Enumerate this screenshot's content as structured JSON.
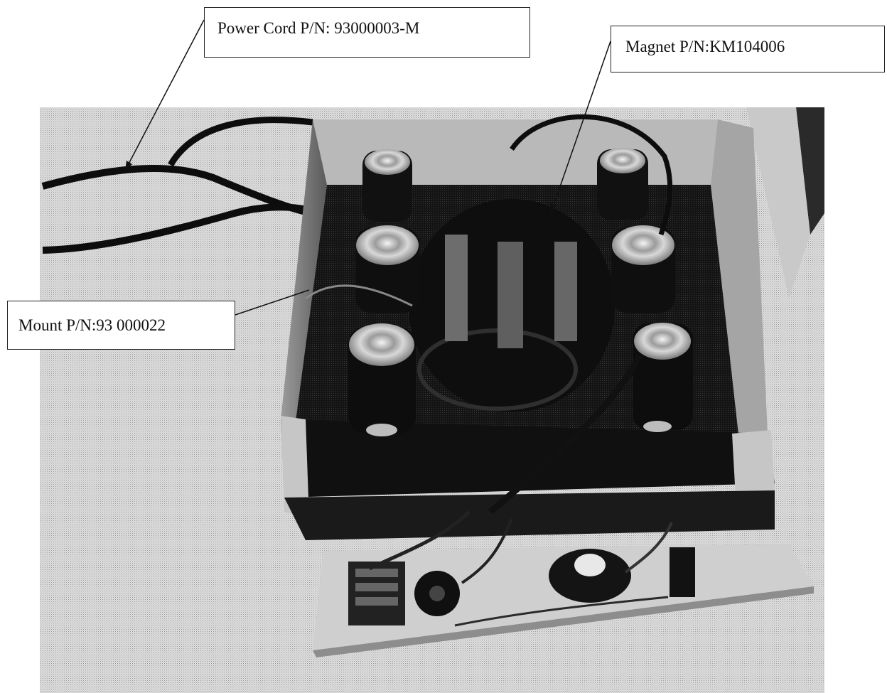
{
  "callouts": {
    "power_cord": "Power Cord P/N: 93000003-M",
    "magnet": "Magnet P/N:KM104006",
    "mount": "Mount P/N:93 000022"
  },
  "colors": {
    "chassis": "#151515",
    "metal": "#bdbdbd",
    "background": "#dcdcdc",
    "cable": "#0c0c0c"
  }
}
